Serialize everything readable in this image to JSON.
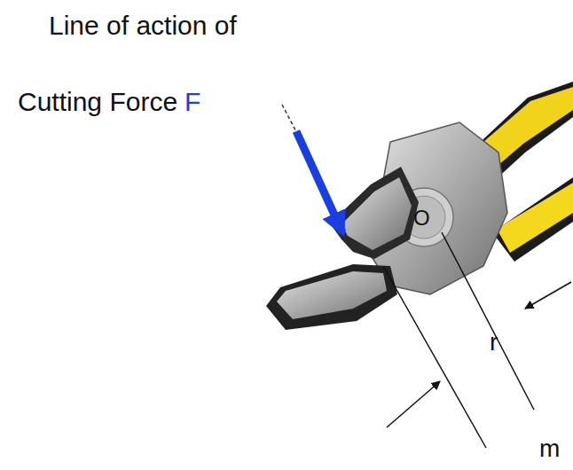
{
  "diagram": {
    "labels": [
      "Line of action of",
      "Cutting Force",
      "F",
      "O",
      "r",
      "m"
    ]
  }
}
